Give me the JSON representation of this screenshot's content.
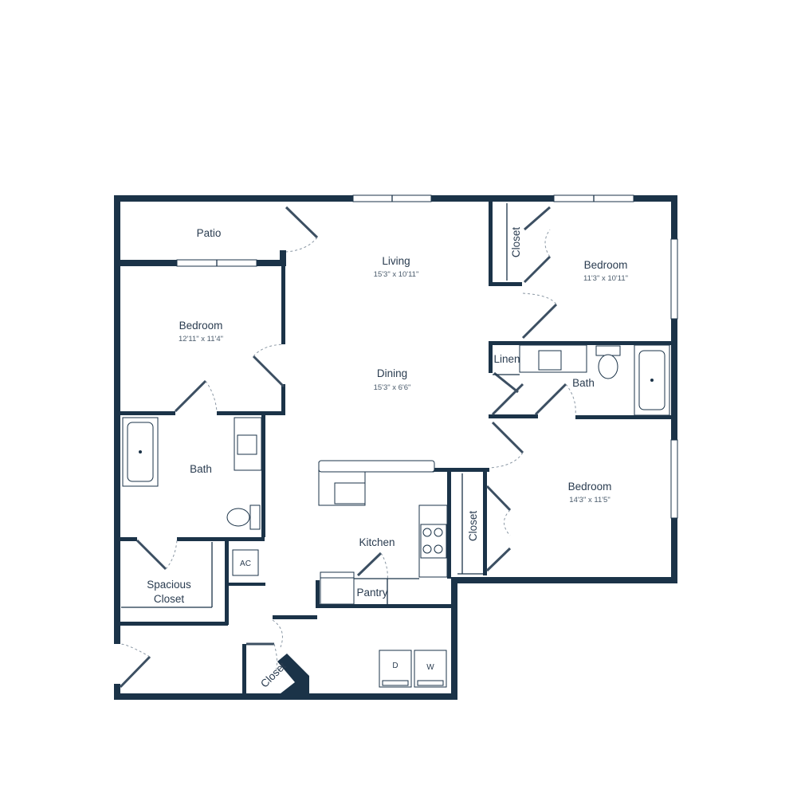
{
  "rooms": {
    "patio": {
      "label": "Patio"
    },
    "living": {
      "label": "Living",
      "dims": "15'3\" x 10'11\""
    },
    "dining": {
      "label": "Dining",
      "dims": "15'3\" x 6'6\""
    },
    "bedroom_left": {
      "label": "Bedroom",
      "dims": "12'11\" x 11'4\""
    },
    "bedroom_top_right": {
      "label": "Bedroom",
      "dims": "11'3\" x 10'11\""
    },
    "bedroom_bottom_right": {
      "label": "Bedroom",
      "dims": "14'3\" x 11'5\""
    },
    "bath_left": {
      "label": "Bath"
    },
    "bath_right": {
      "label": "Bath"
    },
    "kitchen": {
      "label": "Kitchen"
    },
    "pantry": {
      "label": "Pantry"
    },
    "linen": {
      "label": "Linen"
    },
    "spacious_closet": {
      "line1": "Spacious",
      "line2": "Closet"
    },
    "closet_top_right": {
      "label": "Closet"
    },
    "closet_bottom_right": {
      "label": "Closet"
    },
    "closet_entry": {
      "label": "Closet"
    },
    "ac": {
      "label": "AC"
    },
    "dryer": {
      "label": "D"
    },
    "washer": {
      "label": "W"
    }
  },
  "colors": {
    "wall": "#1b3348",
    "text": "#2a3c50",
    "background": "#ffffff"
  }
}
